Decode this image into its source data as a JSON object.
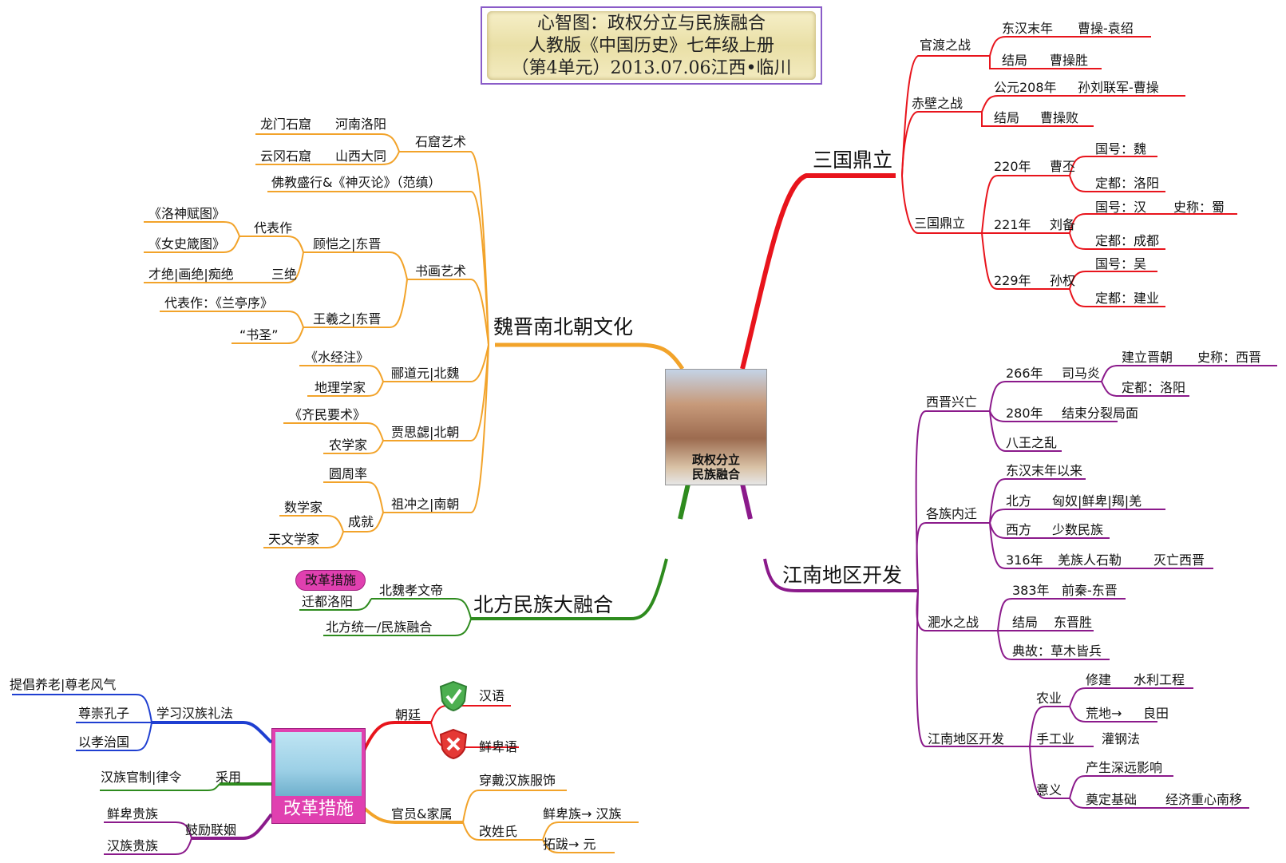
{
  "title": {
    "line1": "心智图：政权分立与民族融合",
    "line2": "人教版《中国历史》七年级上册",
    "line3": "（第4单元）2013.07.06江西•临川"
  },
  "center": {
    "caption1": "政权分立",
    "caption2": "民族融合"
  },
  "colors": {
    "three_kingdoms": "#e8141c",
    "culture": "#f2a32a",
    "fusion": "#2e8b1e",
    "jiangnan": "#8b1a8b",
    "reform_blue": "#1f3fd1",
    "reform_green": "#2e8b1e"
  },
  "three_kingdoms": {
    "label": "三国鼎立",
    "guandu": {
      "label": "官渡之战",
      "row1_a": "东汉末年",
      "row1_b": "曹操-袁绍",
      "row2_a": "结局",
      "row2_b": "曹操胜"
    },
    "chibi": {
      "label": "赤壁之战",
      "row1_a": "公元208年",
      "row1_b": "孙刘联军-曹操",
      "row2_a": "结局",
      "row2_b": "曹操败"
    },
    "dingli": {
      "label": "三国鼎立",
      "wei": {
        "year": "220年",
        "person": "曹丕",
        "name": "国号：魏",
        "capital": "定都：洛阳"
      },
      "shu": {
        "year": "221年",
        "person": "刘备",
        "name": "国号：汉",
        "alias": "史称：蜀",
        "capital": "定都：成都"
      },
      "wu": {
        "year": "229年",
        "person": "孙权",
        "name": "国号：吴",
        "capital": "定都：建业"
      }
    }
  },
  "culture": {
    "label": "魏晋南北朝文化",
    "grotto": {
      "label": "石窟艺术",
      "a1": "龙门石窟",
      "a2": "河南洛阳",
      "b1": "云冈石窟",
      "b2": "山西大同"
    },
    "buddhism": "佛教盛行&《神灭论》（范缜）",
    "painting": {
      "label": "书画艺术",
      "gu": {
        "label": "顾恺之|东晋",
        "works_label": "代表作",
        "w1": "《洛神赋图》",
        "w2": "《女史箴图》",
        "three_label": "三绝",
        "three": "才绝|画绝|痴绝"
      },
      "wang": {
        "label": "王羲之|东晋",
        "w": "代表作：《兰亭序》",
        "title": "“书圣”"
      }
    },
    "li": {
      "label": "郦道元|北魏",
      "a": "《水经注》",
      "b": "地理学家"
    },
    "jia": {
      "label": "贾思勰|北朝",
      "a": "《齐民要术》",
      "b": "农学家"
    },
    "zu": {
      "label": "祖冲之|南朝",
      "a": "圆周率",
      "ach": "成就",
      "b1": "数学家",
      "b2": "天文学家"
    }
  },
  "fusion": {
    "label": "北方民族大融合",
    "badge": "改革措施",
    "emperor": "北魏孝文帝",
    "move": "迁都洛阳",
    "result": "北方统一/民族融合"
  },
  "jiangnan": {
    "label": "江南地区开发",
    "xijin": {
      "label": "西晋兴亡",
      "y1": "266年",
      "p1": "司马炎",
      "est": "建立晋朝",
      "alias": "史称：西晋",
      "cap": "定都：洛阳",
      "y2": "280年",
      "end": "结束分裂局面",
      "chaos": "八王之乱"
    },
    "migrate": {
      "label": "各族内迁",
      "since": "东汉末年以来",
      "n_label": "北方",
      "n": "匈奴|鲜卑|羯|羌",
      "w_label": "西方",
      "w": "少数民族",
      "y": "316年",
      "yx": "羌族人石勒",
      "end": "灭亡西晋"
    },
    "feishui": {
      "label": "淝水之战",
      "y": "383年",
      "sides": "前秦-东晋",
      "res_label": "结局",
      "res": "东晋胜",
      "idiom": "典故：草木皆兵"
    },
    "develop": {
      "label": "江南地区开发",
      "agri": "农业",
      "build": "修建",
      "water": "水利工程",
      "waste": "荒地→",
      "field": "良田",
      "craft": "手工业",
      "steel": "灌钢法",
      "meaning": "意义",
      "m1": "产生深远影响",
      "m2": "奠定基础",
      "shift": "经济重心南移"
    }
  },
  "reform": {
    "label": "改革措施",
    "court": {
      "label": "朝廷",
      "yes": "汉语",
      "no": "鲜卑语"
    },
    "rites": {
      "label": "学习汉族礼法",
      "a": "提倡养老|尊老风气",
      "b": "尊崇孔子",
      "c": "以孝治国"
    },
    "adopt": {
      "label": "采用",
      "a": "汉族官制|律令"
    },
    "marry": {
      "label": "鼓励联姻",
      "a": "鲜卑贵族",
      "b": "汉族贵族"
    },
    "officials": {
      "label": "官员&家属",
      "dress": "穿戴汉族服饰",
      "name_label": "改姓氏",
      "n1": "鲜卑族→  汉族",
      "n2": "拓跋→  元"
    }
  }
}
